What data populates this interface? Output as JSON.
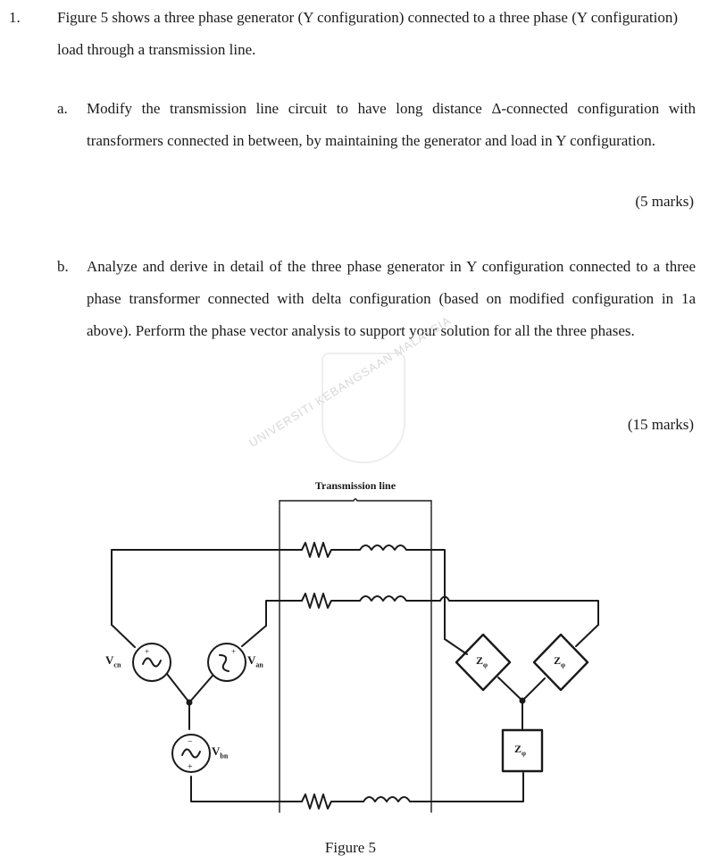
{
  "question": {
    "number": "1.",
    "intro": "Figure 5 shows a three phase generator (Y configuration) connected to a three phase (Y configuration) load through a transmission line.",
    "parts": [
      {
        "label": "a.",
        "text": "Modify the transmission line circuit to have long distance Δ-connected configuration with transformers connected in between, by maintaining the generator and load in Y configuration.",
        "marks": "(5 marks)"
      },
      {
        "label": "b.",
        "text": "Analyze and derive in detail of the three phase generator in Y configuration connected to a three phase transformer connected with delta configuration (based on modified configuration in 1a above).  Perform the phase vector analysis to support your solution for all the three phases.",
        "marks": "(15 marks)"
      }
    ]
  },
  "watermark": "UNIVERSITI KEBANGSAAN MALAYSIA",
  "figure": {
    "caption": "Figure 5",
    "transmission_label": "Transmission line",
    "sources": [
      {
        "label": "Vcn",
        "main": "V",
        "sub": "cn"
      },
      {
        "label": "Van",
        "main": "V",
        "sub": "an"
      },
      {
        "label": "Vbn",
        "main": "V",
        "sub": "bn"
      }
    ],
    "loads": [
      {
        "label": "Zφ",
        "main": "Z",
        "sub": "φ"
      },
      {
        "label": "Zφ",
        "main": "Z",
        "sub": "φ"
      },
      {
        "label": "Zφ",
        "main": "Z",
        "sub": "φ"
      }
    ]
  }
}
